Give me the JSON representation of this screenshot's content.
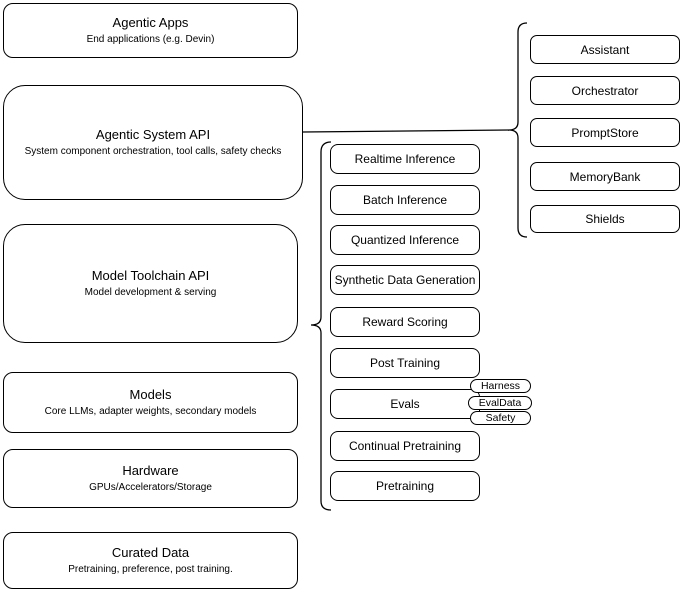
{
  "diagram": {
    "left_stack": [
      {
        "title": "Agentic Apps",
        "subtitle": "End applications (e.g. Devin)"
      },
      {
        "title": "Agentic System API",
        "subtitle": "System component orchestration, tool calls, safety checks"
      },
      {
        "title": "Model Toolchain API",
        "subtitle": "Model development & serving"
      },
      {
        "title": "Models",
        "subtitle": "Core LLMs, adapter weights, secondary models"
      },
      {
        "title": "Hardware",
        "subtitle": "GPUs/Accelerators/Storage"
      },
      {
        "title": "Curated Data",
        "subtitle": "Pretraining, preference, post training."
      }
    ],
    "toolchain_items": [
      {
        "label": "Realtime Inference"
      },
      {
        "label": "Batch Inference"
      },
      {
        "label": "Quantized Inference"
      },
      {
        "label": "Synthetic Data Generation"
      },
      {
        "label": "Reward Scoring"
      },
      {
        "label": "Post Training"
      },
      {
        "label": "Evals"
      },
      {
        "label": "Continual Pretraining"
      },
      {
        "label": "Pretraining"
      }
    ],
    "evals_tags": [
      {
        "label": "Harness"
      },
      {
        "label": "EvalData"
      },
      {
        "label": "Safety"
      }
    ],
    "system_components": [
      {
        "label": "Assistant"
      },
      {
        "label": "Orchestrator"
      },
      {
        "label": "PromptStore"
      },
      {
        "label": "MemoryBank"
      },
      {
        "label": "Shields"
      }
    ],
    "colors": {
      "stroke": "#000000",
      "fill": "#ffffff",
      "background": "#ffffff",
      "text": "#000000"
    }
  }
}
